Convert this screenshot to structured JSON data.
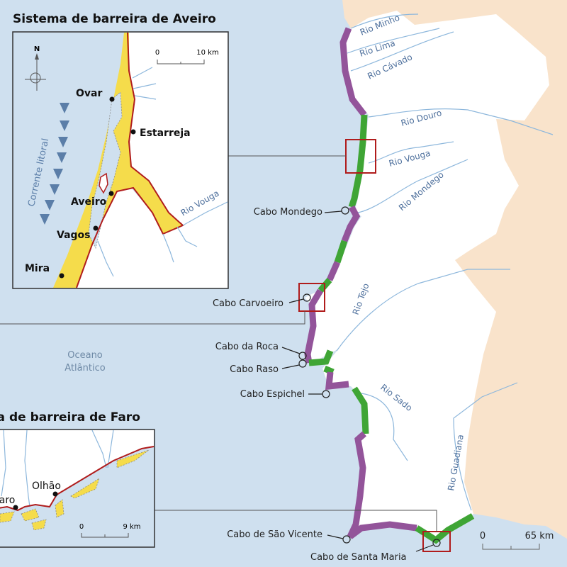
{
  "colors": {
    "sea": "#cfe0ef",
    "portugal": "#ffffff",
    "spain": "#f9e3cb",
    "erosion": "#93549a",
    "accretion": "#3fa535",
    "barrier": "#f5dc4b",
    "highlight": "#b01c1c"
  },
  "main_map": {
    "ocean_label_1": "Oceano",
    "ocean_label_2": "Atlântico",
    "rivers": [
      "Rio Minho",
      "Rio Lima",
      "Rio Cávado",
      "Rio Douro",
      "Rio Vouga",
      "Rio Mondego",
      "Rio Tejo",
      "Rio Sado",
      "Rio Guadiana"
    ],
    "capes": [
      "Cabo Mondego",
      "Cabo Carvoeiro",
      "Cabo da Roca",
      "Cabo Raso",
      "Cabo Espichel",
      "Cabo de São Vicente",
      "Cabo de Santa Maria"
    ],
    "scale": {
      "start": "0",
      "end": "65 km"
    }
  },
  "aveiro_inset": {
    "title": "Sistema de barreira de Aveiro",
    "north": "N",
    "scale": {
      "start": "0",
      "end": "10 km"
    },
    "towns": [
      "Ovar",
      "Estarreja",
      "Aveiro",
      "Vagos",
      "Mira"
    ],
    "current": "Corrente litoral",
    "river": "Rio Vouga"
  },
  "faro_inset": {
    "title": "Sistema de barreira de Faro",
    "towns": [
      "Faro",
      "Olhão"
    ],
    "scale": {
      "start": "0",
      "end": "9 km"
    }
  }
}
